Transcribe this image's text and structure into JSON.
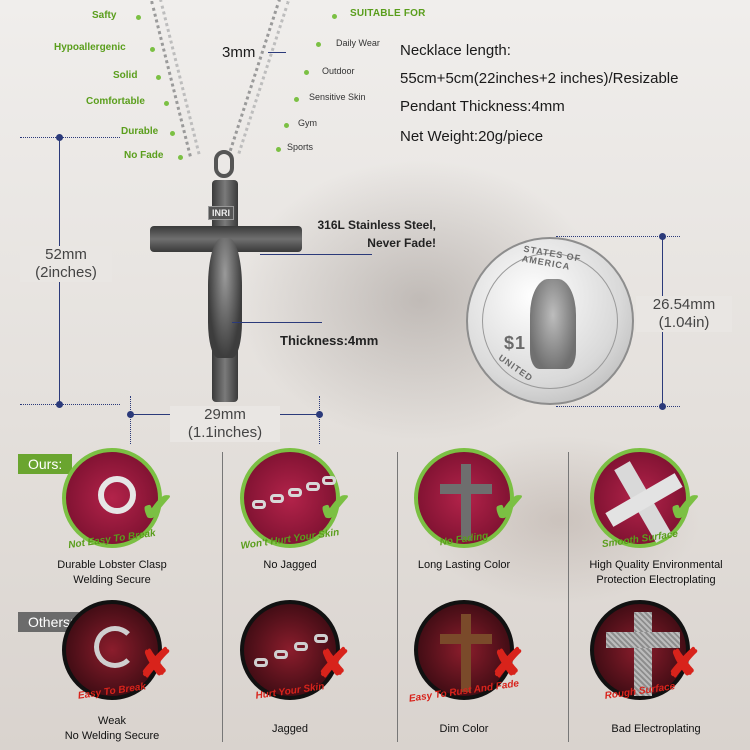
{
  "features": [
    "Safty",
    "Hypoallergenic",
    "Solid",
    "Comfortable",
    "Durable",
    "No Fade"
  ],
  "suitable_title": "SUITABLE FOR",
  "suitable": [
    "Daily Wear",
    "Outdoor",
    "Sensitive Skin",
    "Gym",
    "Sports"
  ],
  "chain_width": "3mm",
  "specs": [
    "Necklace length:",
    "55cm+5cm(22inches+2 inches)/Resizable",
    "Pendant Thickness:4mm",
    "Net Weight:20g/piece"
  ],
  "pendant": {
    "inri": "INRI",
    "height": "52mm",
    "height_in": "(2inches)",
    "width": "29mm",
    "width_in": "(1.1inches)",
    "material_line1": "316L Stainless Steel,",
    "material_line2": "Never Fade!",
    "thickness": "Thickness:4mm"
  },
  "coin": {
    "size": "26.54mm",
    "size_in": "(1.04in)",
    "denomination": "$1",
    "legend_top": "STATES OF AMERICA",
    "legend_bottom": "UNITED"
  },
  "colors": {
    "good": "#7bc043",
    "bad": "#d8231b",
    "dimension": "#2b3a7a"
  },
  "ours_label": "Ours:",
  "others_label": "Others:",
  "ours": [
    {
      "caption": "Not Easy To Break",
      "desc1": "Durable Lobster Clasp",
      "desc2": "Welding Secure",
      "icon": "lobster-clasp-icon"
    },
    {
      "caption": "Won't Hurt Your Skin",
      "desc1": "No Jagged",
      "desc2": "",
      "icon": "smooth-chain-icon"
    },
    {
      "caption": "No Fading",
      "desc1": "Long Lasting Color",
      "desc2": "",
      "icon": "crucifix-icon"
    },
    {
      "caption": "Smooth Surface",
      "desc1": "High Quality Environmental",
      "desc2": "Protection Electroplating",
      "icon": "smooth-cross-icon"
    }
  ],
  "others": [
    {
      "caption": "Easy To Break",
      "desc1": "Weak",
      "desc2": "No Welding Secure",
      "icon": "broken-clasp-icon"
    },
    {
      "caption": "Hurt Your Skin",
      "desc1": "Jagged",
      "desc2": "",
      "icon": "jagged-chain-icon"
    },
    {
      "caption": "Easy To Rust And Fade",
      "desc1": "Dim Color",
      "desc2": "",
      "icon": "rusty-crucifix-icon"
    },
    {
      "caption": "Rough Surface",
      "desc1": "Bad Electroplating",
      "desc2": "",
      "icon": "rough-cross-icon"
    }
  ]
}
